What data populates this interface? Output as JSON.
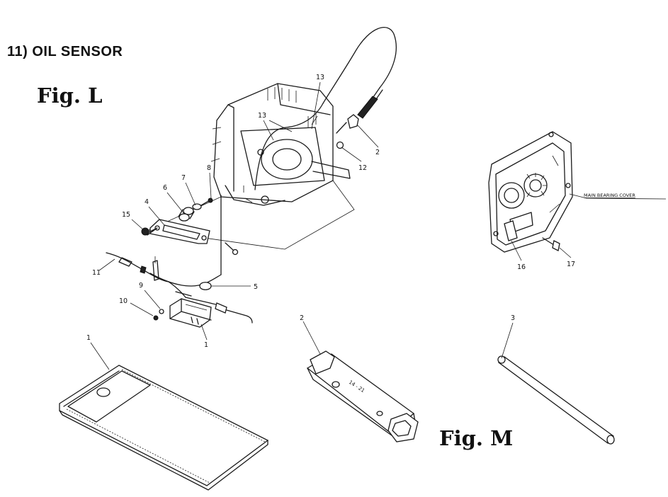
{
  "section": {
    "title": "11) OIL SENSOR"
  },
  "figures": {
    "fig_l": "Fig. L",
    "fig_m": "Fig. M"
  },
  "annotations": {
    "main_bearing_cover": "MAIN BEARING COVER",
    "wrench_size": "14 - 21"
  },
  "callouts": {
    "c1_bag": "1",
    "c1_sensor": "1",
    "c2_wrench": "2",
    "c2_fitting": "2",
    "c3": "3",
    "c4": "4",
    "c5": "5",
    "c6": "6",
    "c7": "7",
    "c8": "8",
    "c9": "9",
    "c10": "10",
    "c11": "11",
    "c12": "12",
    "c13a": "13",
    "c13b": "13",
    "c15": "15",
    "c16": "16",
    "c17": "17"
  }
}
